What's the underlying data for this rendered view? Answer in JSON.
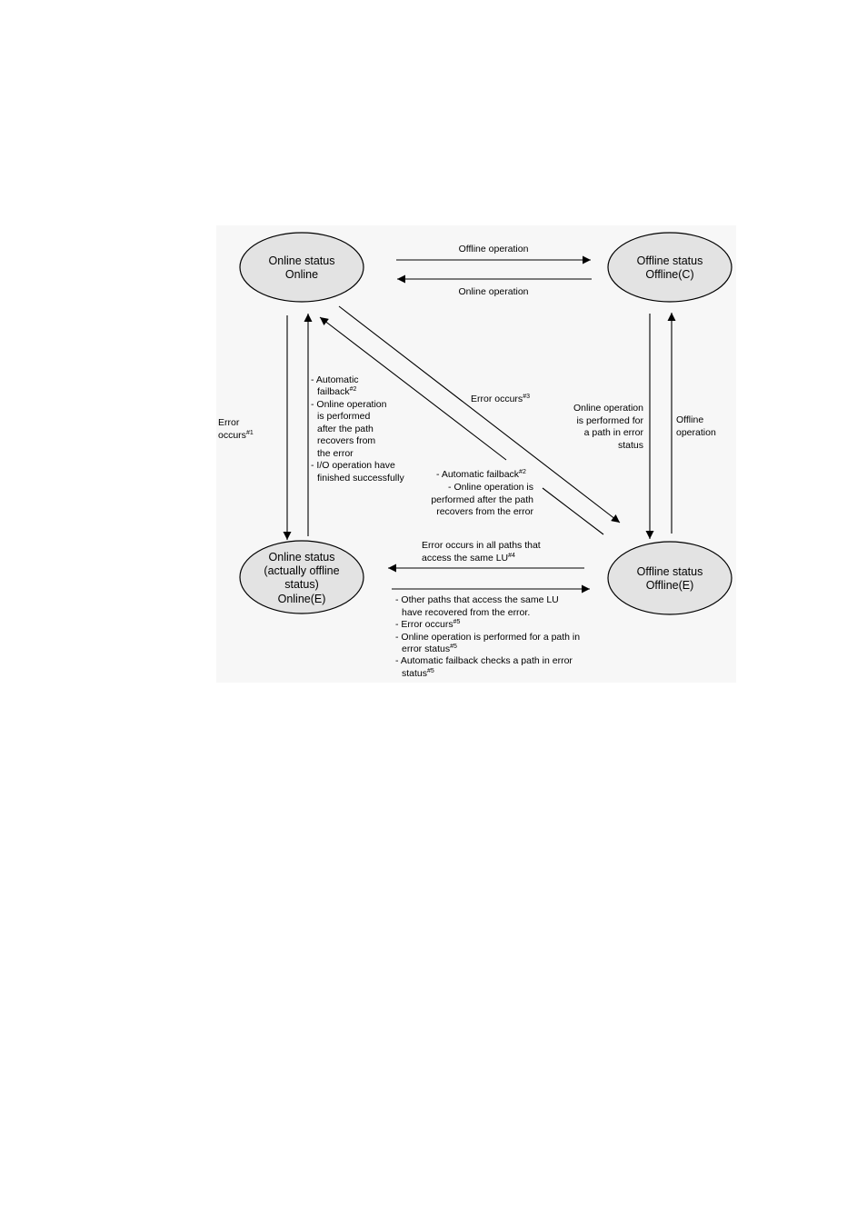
{
  "states": {
    "online": {
      "line1": "Online status",
      "line2": "Online"
    },
    "offline_c": {
      "line1": "Offline status",
      "line2": "Offline(C)"
    },
    "online_e": {
      "line1": "Online status",
      "line2": "(actually offline",
      "line3": "status)",
      "line4": "Online(E)"
    },
    "offline_e": {
      "line1": "Offline status",
      "line2": "Offline(E)"
    }
  },
  "transitions": {
    "offline_operation_top": "Offline operation",
    "online_operation_top": "Online operation",
    "error_occurs_left": {
      "line1": "Error",
      "line2": "occurs",
      "sup": "#1"
    },
    "left_return": {
      "l1": "- Automatic",
      "l2": "failback",
      "l2_sup": "#2",
      "l3": "- Online operation",
      "l4": "is performed",
      "l5": "after the path",
      "l6": "recovers from",
      "l7": "the error",
      "l8": "- I/O operation have",
      "l9": "finished successfully"
    },
    "error_occurs_diag": {
      "text": "Error occurs",
      "sup": "#3"
    },
    "diag_return": {
      "l1": "- Automatic failback",
      "l1_sup": "#2",
      "l2": "- Online operation is",
      "l3": "performed after the path",
      "l4": "recovers from the error"
    },
    "right_down": {
      "l1": "Online operation",
      "l2": "is performed for",
      "l3": "a path in error",
      "l4": "status"
    },
    "right_up": {
      "l1": "Offline",
      "l2": "operation"
    },
    "bottom_left": {
      "l1": "Error occurs in all paths that",
      "l2": "access the same LU",
      "l2_sup": "#4"
    },
    "bottom_right": {
      "l1": "- Other paths that access the  same LU",
      "l2": "have recovered from the error.",
      "l3": "- Error occurs",
      "l3_sup": "#5",
      "l4": "- Online operation is performed for a path in",
      "l5": "error status",
      "l5_sup": "#5",
      "l6": "- Automatic failback checks a path in error",
      "l7": "status",
      "l7_sup": "#5"
    }
  },
  "colors": {
    "node_fill": "#e3e3e3",
    "panel_background": "#f7f7f7",
    "line": "#000000"
  }
}
